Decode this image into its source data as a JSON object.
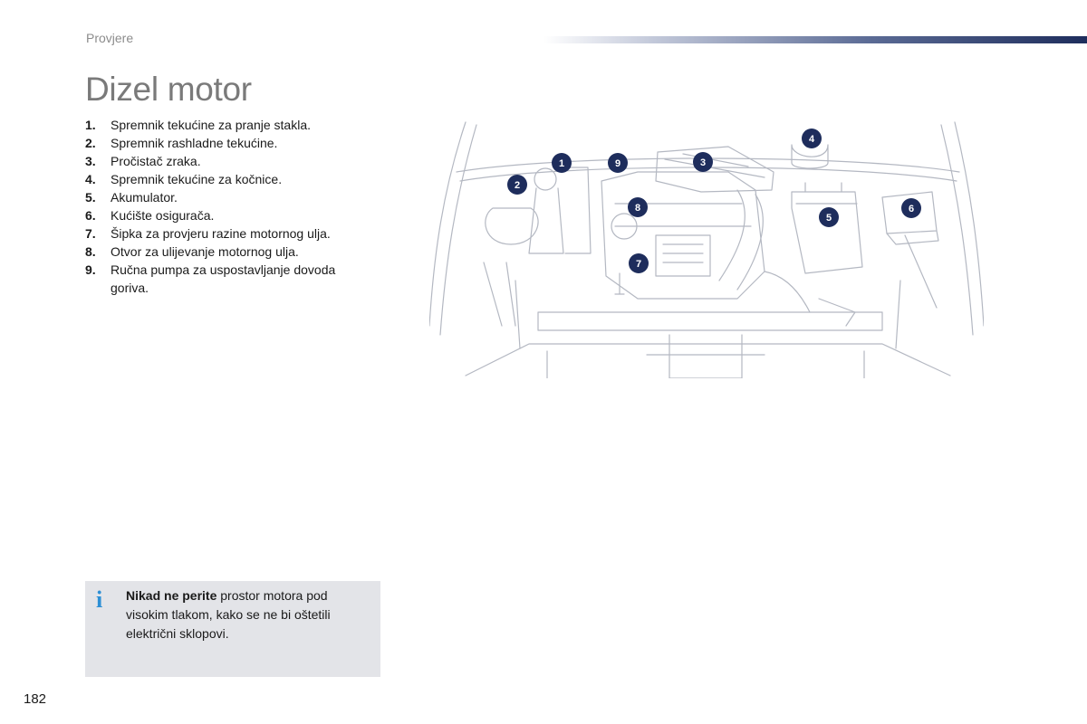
{
  "header": {
    "section": "Provjere"
  },
  "title": "Dizel motor",
  "components": [
    {
      "num": "1.",
      "label": "Spremnik tekućine za pranje stakla."
    },
    {
      "num": "2.",
      "label": "Spremnik rashladne tekućine."
    },
    {
      "num": "3.",
      "label": "Pročistač zraka."
    },
    {
      "num": "4.",
      "label": "Spremnik tekućine za kočnice."
    },
    {
      "num": "5.",
      "label": "Akumulator."
    },
    {
      "num": "6.",
      "label": "Kućište osigurača."
    },
    {
      "num": "7.",
      "label": "Šipka za provjeru razine motornog ulja."
    },
    {
      "num": "8.",
      "label": "Otvor za ulijevanje motornog ulja."
    },
    {
      "num": "9.",
      "label": "Ručna pumpa za uspostavljanje dovoda goriva."
    }
  ],
  "diagram": {
    "badges": [
      "1",
      "2",
      "3",
      "4",
      "5",
      "6",
      "7",
      "8",
      "9"
    ],
    "badge_color": "#1e2d5c",
    "line_color": "#b4b8c2"
  },
  "info": {
    "icon": "info-icon",
    "bold": "Nikad ne perite",
    "text": " prostor motora pod visokim tlakom, kako se ne bi oštetili električni sklopovi."
  },
  "page_number": "182"
}
